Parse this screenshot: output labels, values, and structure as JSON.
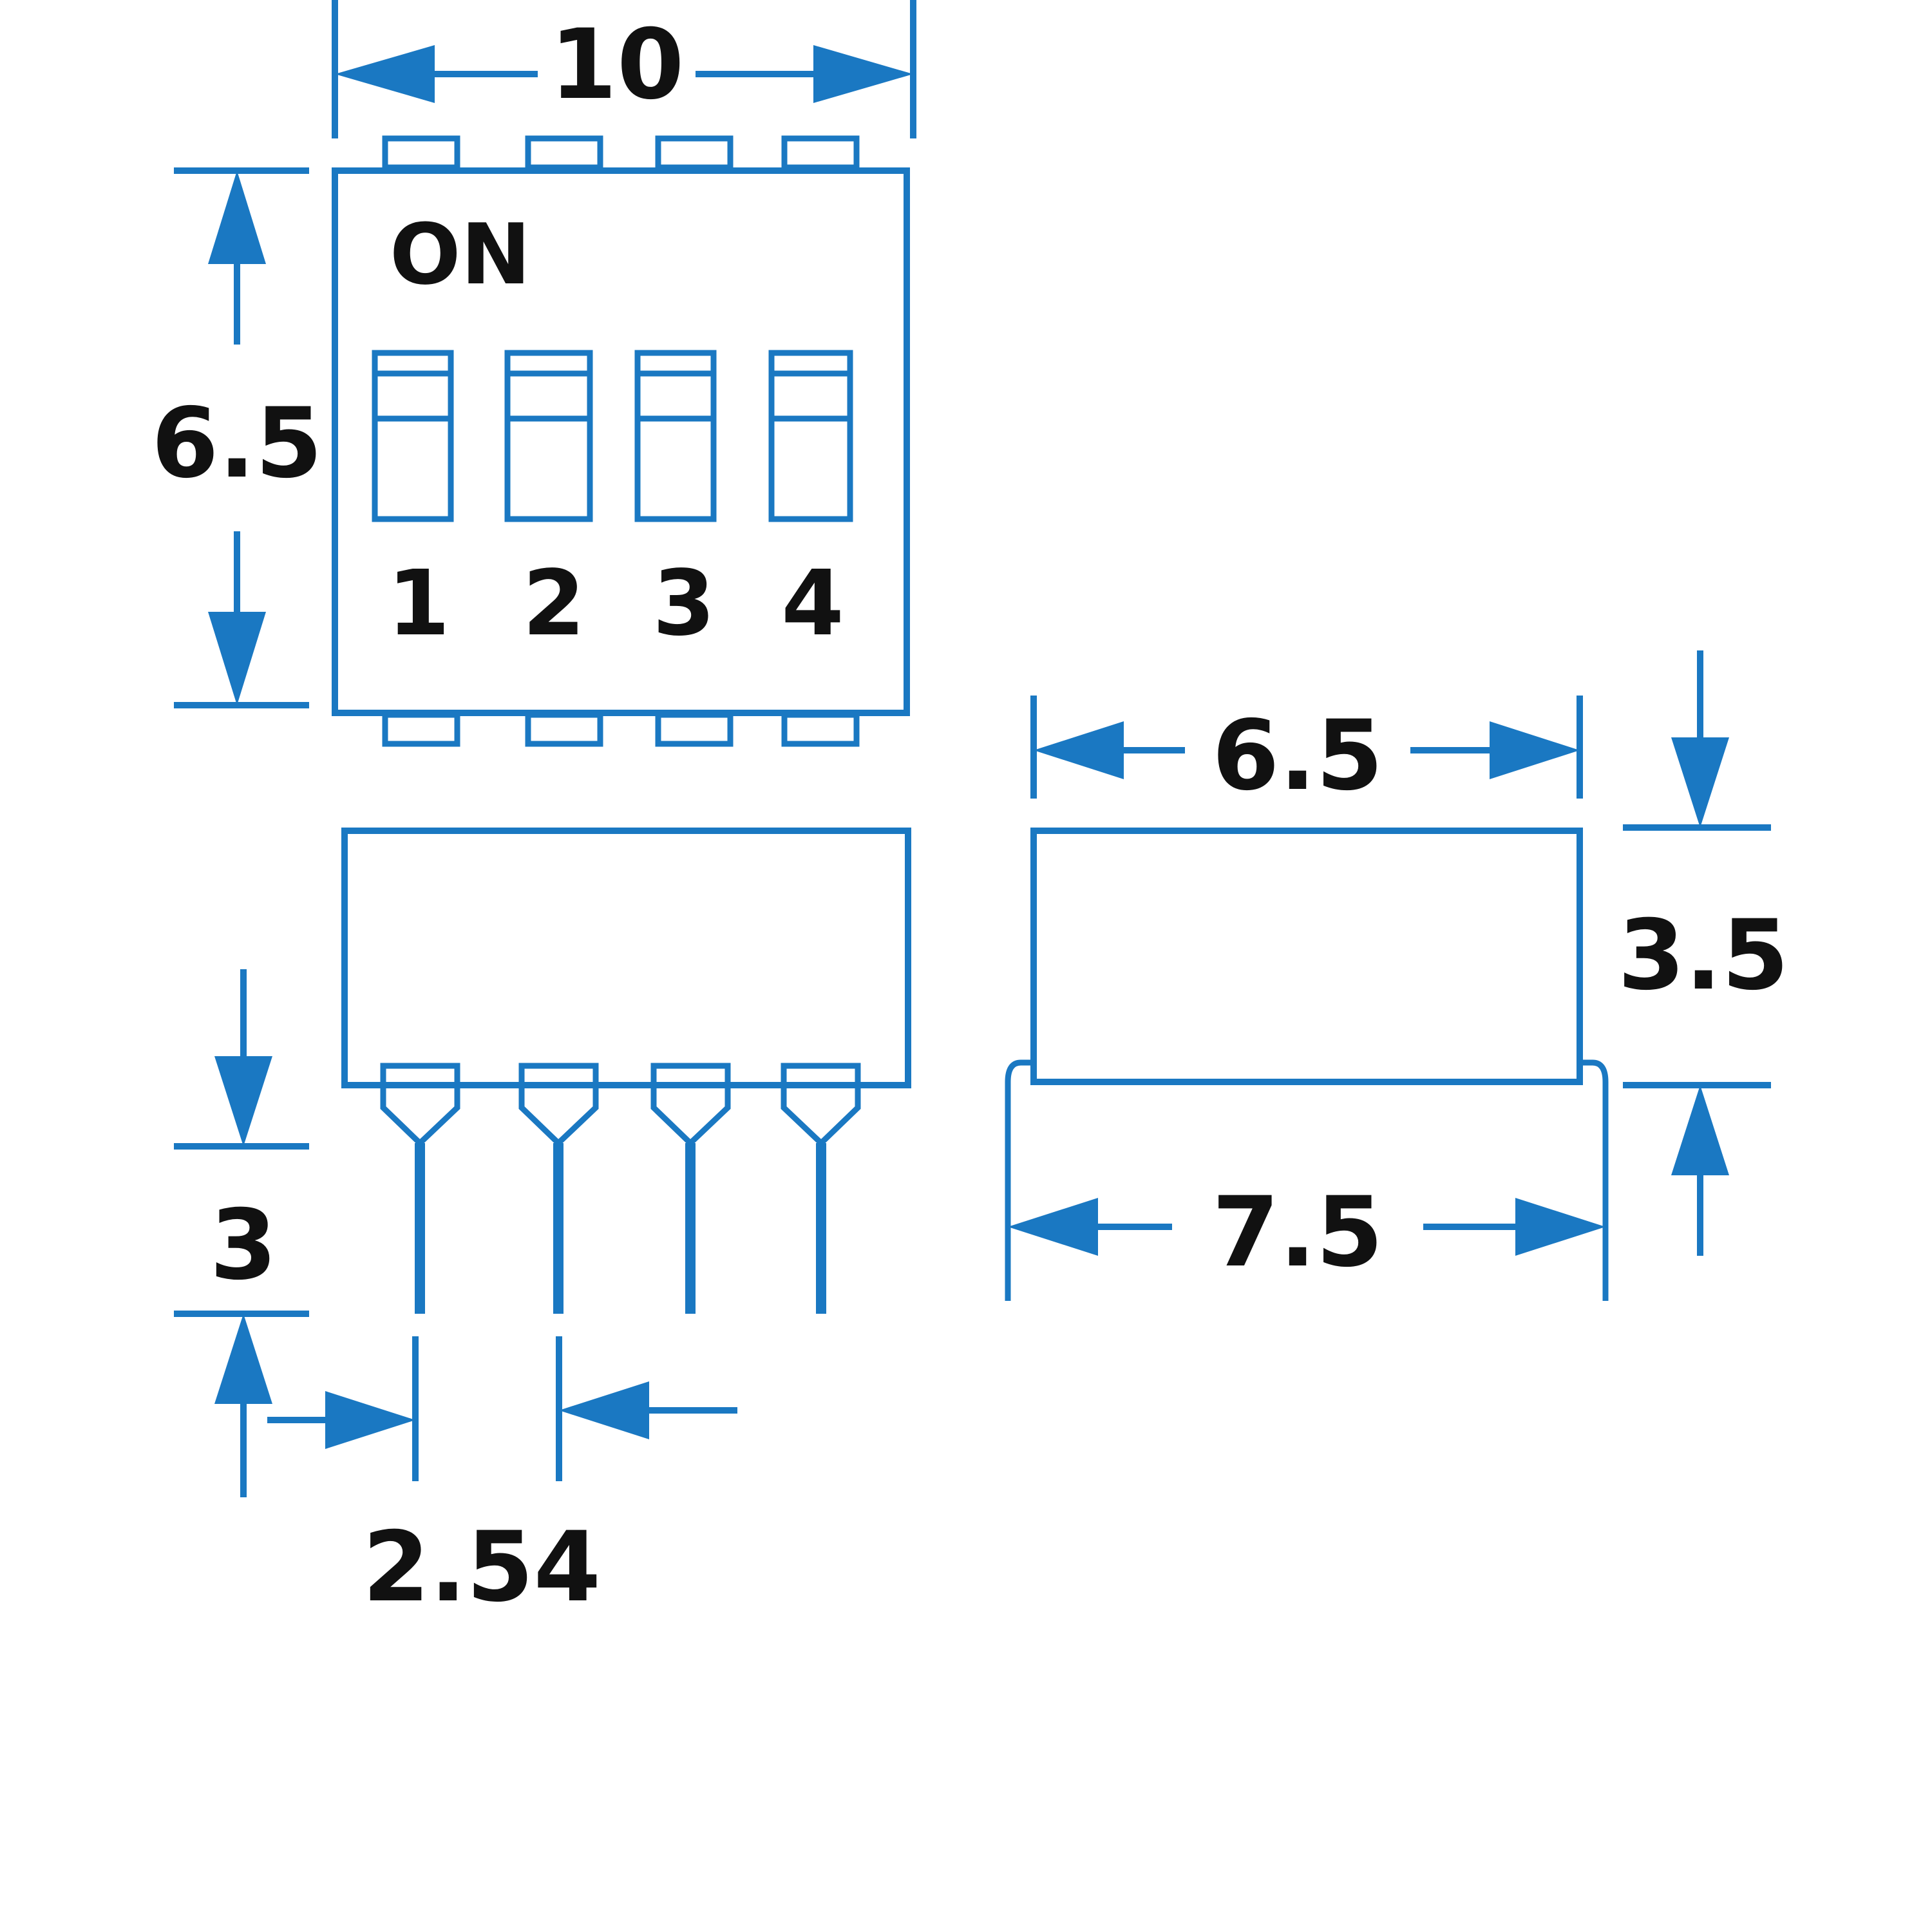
{
  "colors": {
    "outline": "#1a78c2",
    "text": "#111111",
    "background": "#ffffff"
  },
  "top_view": {
    "on_label": "ON",
    "switch_numbers": [
      "1",
      "2",
      "3",
      "4"
    ],
    "width_dim": "10",
    "height_dim": "6.5"
  },
  "front_view": {
    "pin_length_dim": "3",
    "pin_pitch_dim": "2.54"
  },
  "side_view": {
    "body_width_dim": "6.5",
    "lead_span_dim": "7.5",
    "height_dim": "3.5"
  }
}
